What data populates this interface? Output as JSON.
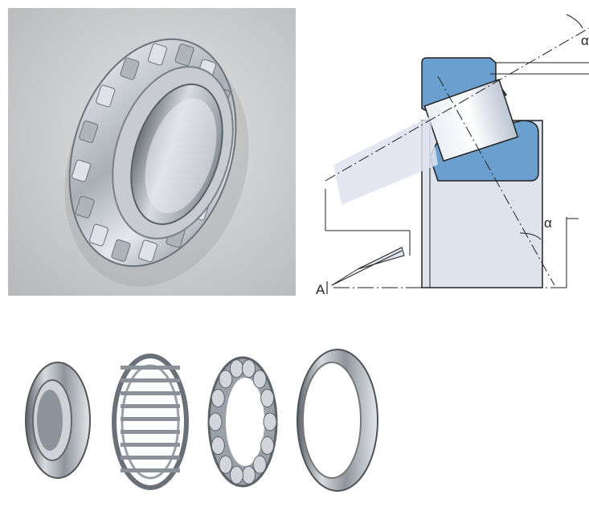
{
  "colors": {
    "photo_background": "#c9cbcc",
    "steel": "#b9bec4",
    "section_blue": "#6a9fcf",
    "section_fill": "#dfe3ee",
    "line": "#222222"
  },
  "section_diagram": {
    "label_a": "A",
    "label_alpha": "α",
    "label_alpha_top": "α"
  },
  "parts": [
    {
      "name": "cone-inner-ring"
    },
    {
      "name": "roller-cage"
    },
    {
      "name": "cage-with-rollers"
    },
    {
      "name": "cup-outer-ring"
    }
  ]
}
